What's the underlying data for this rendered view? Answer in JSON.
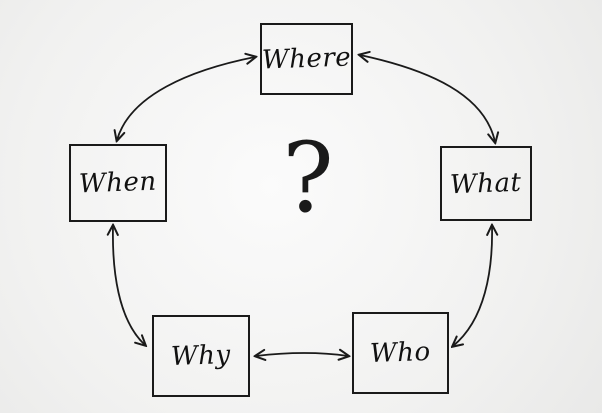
{
  "diagram": {
    "nodes": {
      "where": "Where",
      "when": "When",
      "what": "What",
      "why": "Why",
      "who": "Who"
    },
    "center_symbol": "?",
    "connections": [
      {
        "from": "Where",
        "to": "When",
        "bidirectional": true
      },
      {
        "from": "Where",
        "to": "What",
        "bidirectional": true
      },
      {
        "from": "When",
        "to": "Why",
        "bidirectional": true
      },
      {
        "from": "What",
        "to": "Who",
        "bidirectional": true
      },
      {
        "from": "Why",
        "to": "Who",
        "bidirectional": true
      }
    ],
    "colors": {
      "ink": "#1a1a1a",
      "paper": "#f4f4f3"
    }
  }
}
